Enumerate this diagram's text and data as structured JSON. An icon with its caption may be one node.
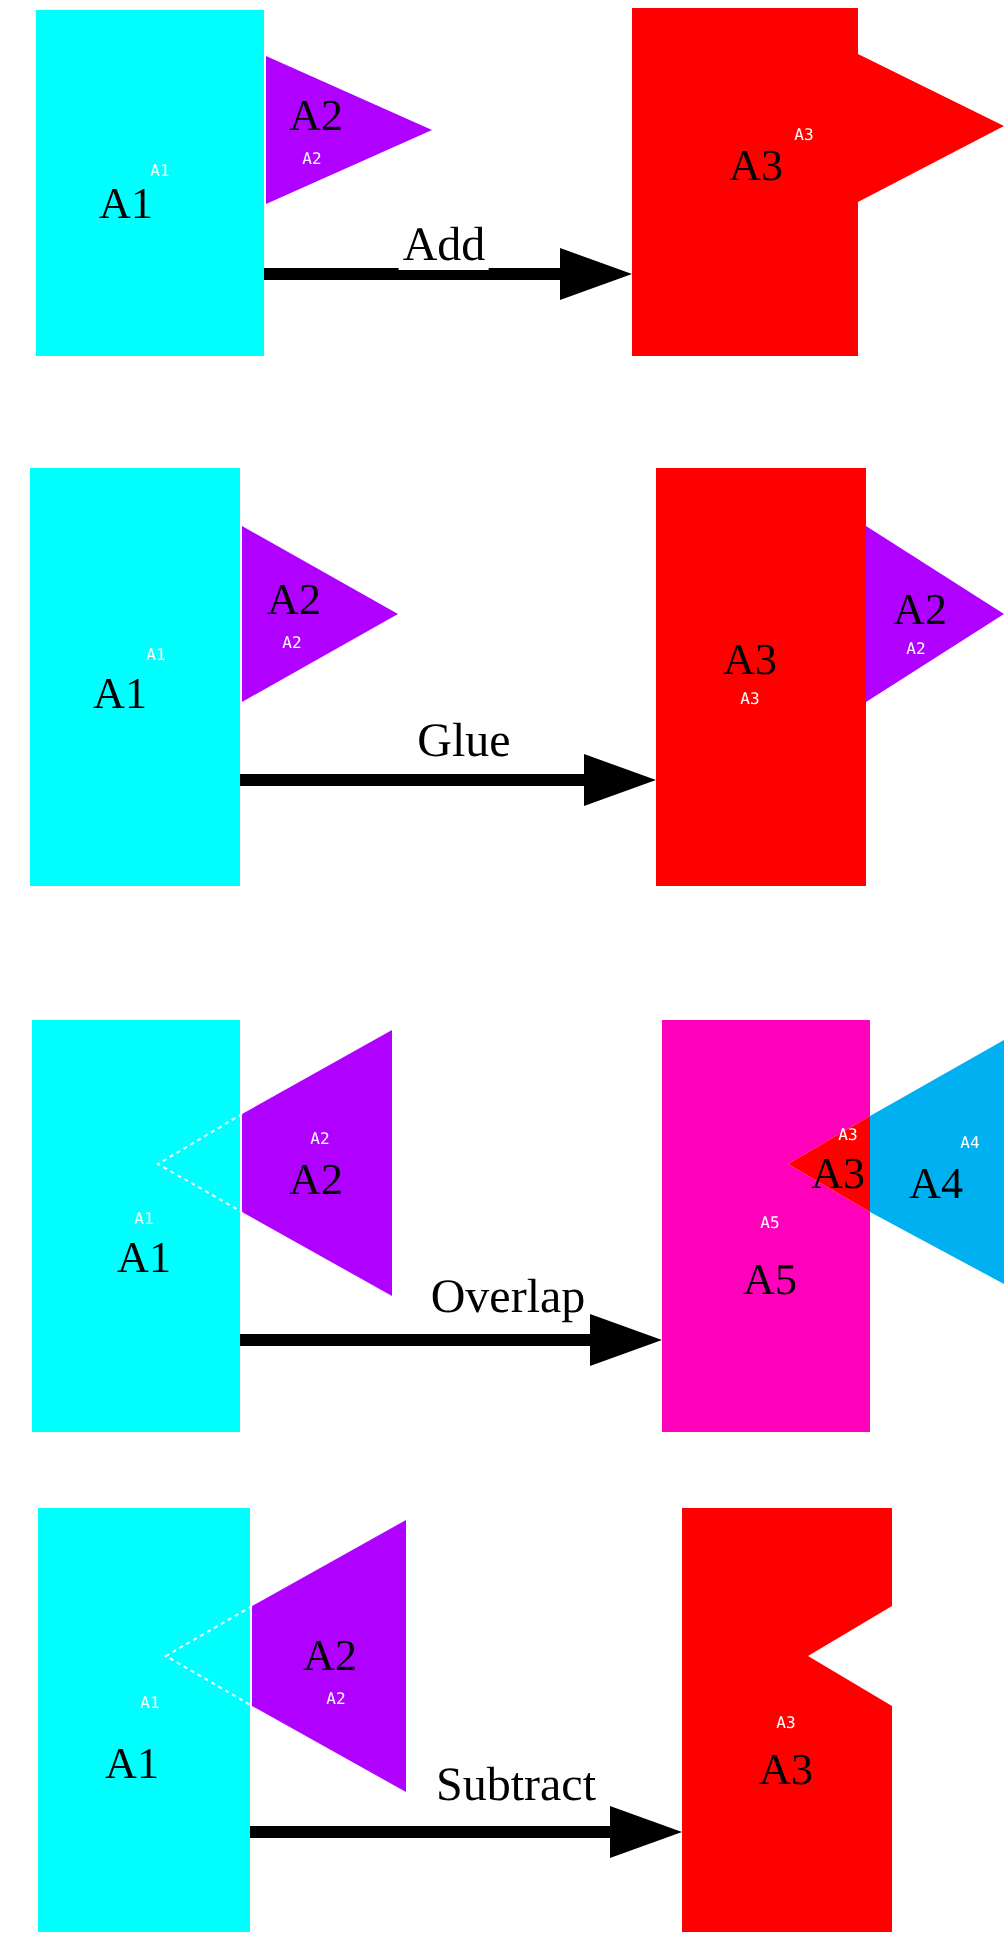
{
  "diagram": {
    "nodes": [
      {
        "text": [
          "A1",
          "A1"
        ]
      },
      {
        "text": [
          "A2",
          "A2"
        ]
      },
      {
        "text": [
          "A3",
          "A3"
        ]
      },
      {
        "text": [
          "A1",
          "A1"
        ]
      },
      {
        "text": [
          "A2",
          "A2"
        ]
      },
      {
        "text": [
          "A3",
          "A3"
        ]
      },
      {
        "text": [
          "A2",
          "A2"
        ]
      },
      {
        "text": [
          "A1",
          "A1"
        ]
      },
      {
        "text": [
          "A2",
          "A2"
        ]
      },
      {
        "text": [
          "A5",
          "A5"
        ]
      },
      {
        "text": [
          "A3",
          "A3"
        ]
      },
      {
        "text": [
          "A4",
          "A4"
        ]
      },
      {
        "text": [
          "A1",
          "A1"
        ]
      },
      {
        "text": [
          "A2",
          "A2"
        ]
      },
      {
        "text": [
          "A3",
          "A3"
        ]
      }
    ],
    "edges": [
      {
        "from": 0,
        "to": 2,
        "arrow": "to",
        "label": "Add"
      },
      {
        "from": 3,
        "to": 5,
        "arrow": "to",
        "label": "Glue"
      },
      {
        "from": 7,
        "to": 9,
        "arrow": "to",
        "label": "Overlap"
      },
      {
        "from": 12,
        "to": 14,
        "arrow": "to",
        "label": "Subtract"
      }
    ]
  }
}
